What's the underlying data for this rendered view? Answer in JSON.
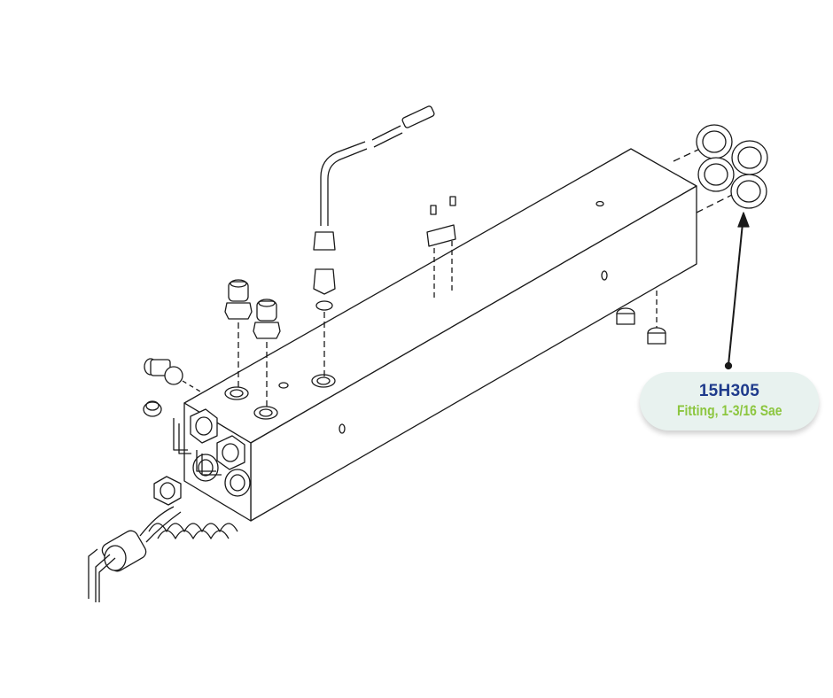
{
  "callout": {
    "part_number": "15H305",
    "description": "Fitting, 1-3/16 Sae"
  },
  "colors": {
    "part_number": "#1f3b8c",
    "description": "#8cc63f",
    "callout_background": "#e8f2ef",
    "line_art": "#1a1a1a"
  },
  "icons": [
    "manifold-block",
    "o-ring-fitting",
    "flare-fitting",
    "thermocouple-probe",
    "heater-cartridge",
    "leader-arrow"
  ]
}
